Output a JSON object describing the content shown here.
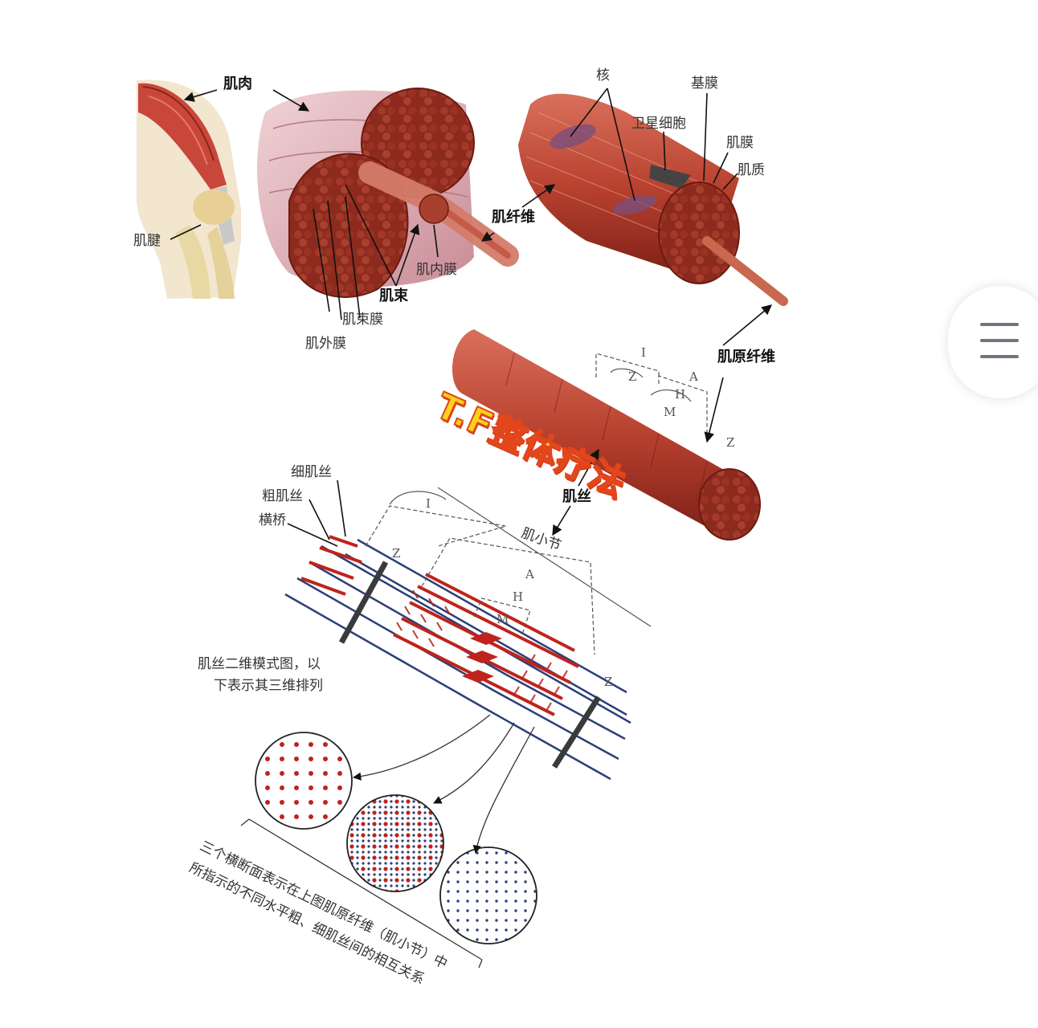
{
  "labels": {
    "muscle": "肌肉",
    "tendon": "肌腱",
    "fascicle": "肌束",
    "perimysium": "肌束膜",
    "epimysium": "肌外膜",
    "endomysium": "肌内膜",
    "muscle_fiber": "肌纤维",
    "nucleus": "核",
    "basal_lamina": "基膜",
    "satellite_cell": "卫星细胞",
    "sarcolemma": "肌膜",
    "sarcoplasm": "肌质",
    "myofibril": "肌原纤维",
    "myofilament": "肌丝",
    "sarcomere": "肌小节",
    "thin_filament": "细肌丝",
    "thick_filament": "粗肌丝",
    "cross_bridge": "横桥"
  },
  "band_letters": {
    "I": "I",
    "A": "A",
    "H": "H",
    "M": "M",
    "Z": "Z"
  },
  "watermark": "T.F整体疗法",
  "caption_2d": [
    "肌丝二维模式图，以",
    "下表示其三维排列"
  ],
  "caption_3d": [
    "三个横断面表示在上图肌原纤维（肌小节）中",
    "所指示的不同水平粗、细肌丝间的相互关系"
  ],
  "colors": {
    "muscle_red": "#b8412f",
    "muscle_dark": "#7a1f16",
    "thick_filament": "#c0231c",
    "thin_filament": "#2b3f78",
    "z_line": "#3a3a3a",
    "watermark_fill": "#ffd21a",
    "watermark_stroke": "#e2461a"
  },
  "menu_icon": "hamburger-menu-icon"
}
